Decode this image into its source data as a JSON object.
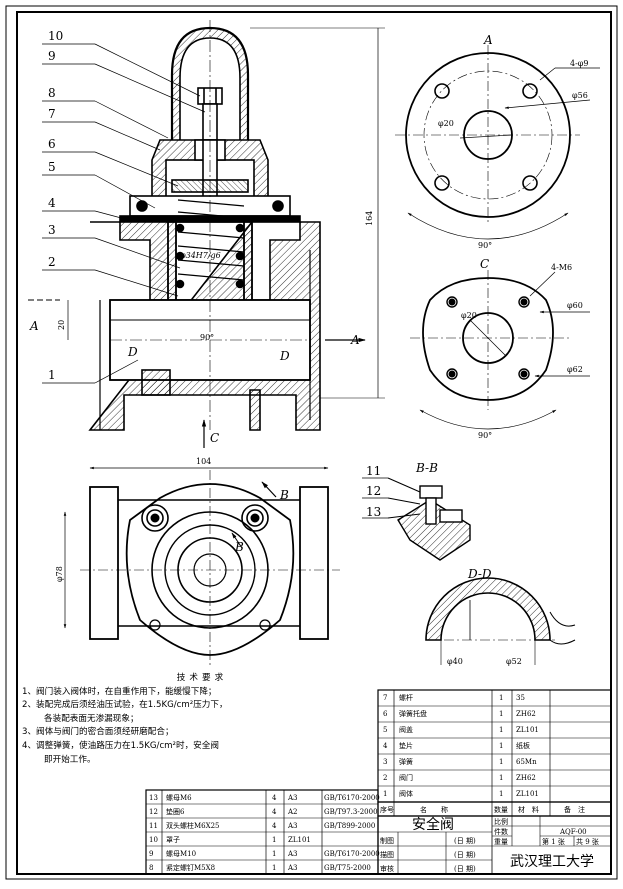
{
  "views": {
    "a_label": "A",
    "c_label": "C",
    "bb_label": "B-B",
    "dd_label": "D-D",
    "b_marker": "B",
    "d_marker": "D",
    "a_marker": "A",
    "c_marker": "C"
  },
  "callouts": [
    "1",
    "2",
    "3",
    "4",
    "5",
    "6",
    "7",
    "8",
    "9",
    "10",
    "11",
    "12",
    "13"
  ],
  "dimensions": {
    "height_164": "164",
    "width_104": "104",
    "dia_78": "φ78",
    "fit": "φ34H7/g6",
    "angle_90": "90°",
    "d20_left": "20",
    "flange_holes": "4-φ9",
    "flange_d56": "φ56",
    "flange_d20": "φ20",
    "c_threads": "4-M6",
    "c_d20": "φ20",
    "c_d60": "φ60",
    "c_d62": "φ62",
    "dd_d40": "φ40",
    "dd_d52": "φ52"
  },
  "notes": {
    "title": "技术要求",
    "lines": [
      "1、阀门装入阀体时，在自重作用下，能缓慢下降；",
      "2、装配完成后须经油压试验，在1.5KG/cm²压力下，",
      "各装配表面无渗漏现象；",
      "3、阀体与阀门的密合面须经研磨配合；",
      "4、调整弹簧，使油路压力在1.5KG/cm²时，安全阀",
      "即开始工作。"
    ]
  },
  "bom_upper": [
    {
      "no": "7",
      "name": "螺杆",
      "qty": "1",
      "mat": "35",
      "note": ""
    },
    {
      "no": "6",
      "name": "弹簧托盘",
      "qty": "1",
      "mat": "ZH62",
      "note": ""
    },
    {
      "no": "5",
      "name": "阀盖",
      "qty": "1",
      "mat": "ZL101",
      "note": ""
    },
    {
      "no": "4",
      "name": "垫片",
      "qty": "1",
      "mat": "纸板",
      "note": ""
    },
    {
      "no": "3",
      "name": "弹簧",
      "qty": "1",
      "mat": "65Mn",
      "note": ""
    },
    {
      "no": "2",
      "name": "阀门",
      "qty": "1",
      "mat": "ZH62",
      "note": ""
    },
    {
      "no": "1",
      "name": "阀体",
      "qty": "1",
      "mat": "ZL101",
      "note": ""
    }
  ],
  "bom_header": {
    "no": "序号",
    "name": "名　　称",
    "qty": "数量",
    "mat": "材　料",
    "note": "备　注"
  },
  "bom_lower": [
    {
      "no": "13",
      "name": "螺母M6",
      "qty": "4",
      "mat": "A3",
      "std": "GB/T6170-2000"
    },
    {
      "no": "12",
      "name": "垫圈6",
      "qty": "4",
      "mat": "A2",
      "std": "GB/T97.3-2000"
    },
    {
      "no": "11",
      "name": "双头螺柱M6X25",
      "qty": "4",
      "mat": "A3",
      "std": "GB/T899-2000"
    },
    {
      "no": "10",
      "name": "罩子",
      "qty": "1",
      "mat": "ZL101",
      "std": ""
    },
    {
      "no": "9",
      "name": "螺母M10",
      "qty": "1",
      "mat": "A3",
      "std": "GB/T6170-2000"
    },
    {
      "no": "8",
      "name": "紧定螺钉M5X8",
      "qty": "1",
      "mat": "A3",
      "std": "GB/T75-2000"
    }
  ],
  "title_block": {
    "drawing_name": "安全阀",
    "scale_label": "比例",
    "count_label": "件数",
    "weight_label": "重量",
    "drawing_no": "AQF-00",
    "sheet": "第 1 张",
    "total": "共 9 张",
    "drawn": "制图",
    "traced": "描图",
    "checked": "审核",
    "date": "(日 期)",
    "school": "武汉理工大学"
  }
}
